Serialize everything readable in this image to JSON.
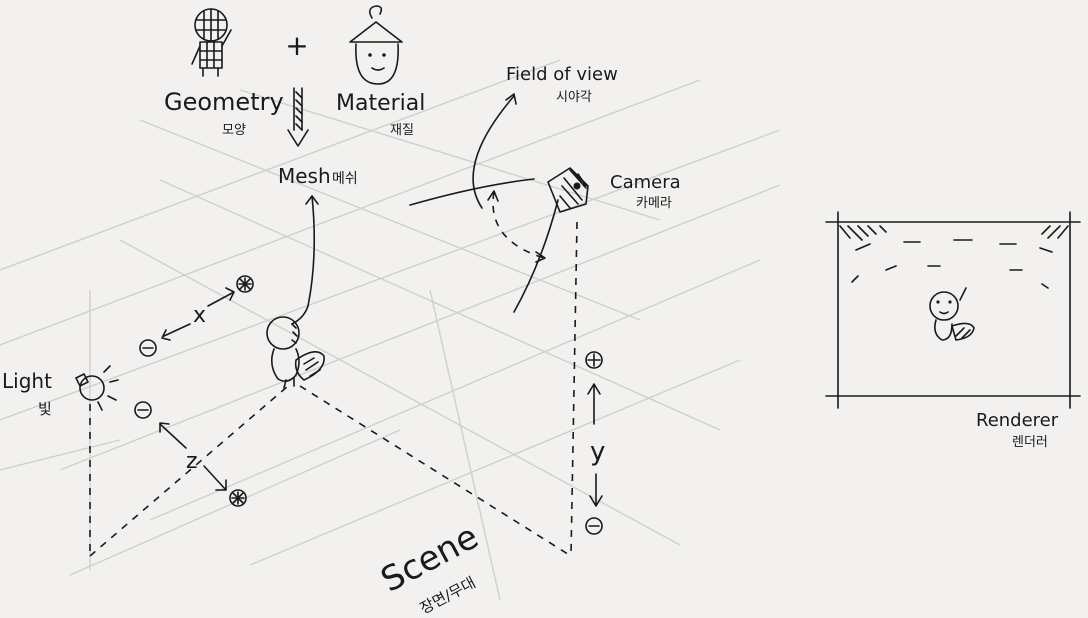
{
  "labels": {
    "geometry": "Geometry",
    "geometry_ko": "모양",
    "material": "Material",
    "material_ko": "재질",
    "mesh": "Mesh",
    "mesh_ko": "메쉬",
    "field_of_view": "Field of view",
    "field_of_view_ko": "시야각",
    "camera": "Camera",
    "camera_ko": "카메라",
    "light": "Light",
    "light_ko": "빛",
    "scene": "Scene",
    "scene_ko": "장면/무대",
    "renderer": "Renderer",
    "renderer_ko": "렌더러"
  },
  "axes": {
    "x": "x",
    "y": "y",
    "z": "z",
    "plus_sign": "+",
    "minus_sign": "−"
  },
  "symbols": {
    "combine": "+"
  }
}
